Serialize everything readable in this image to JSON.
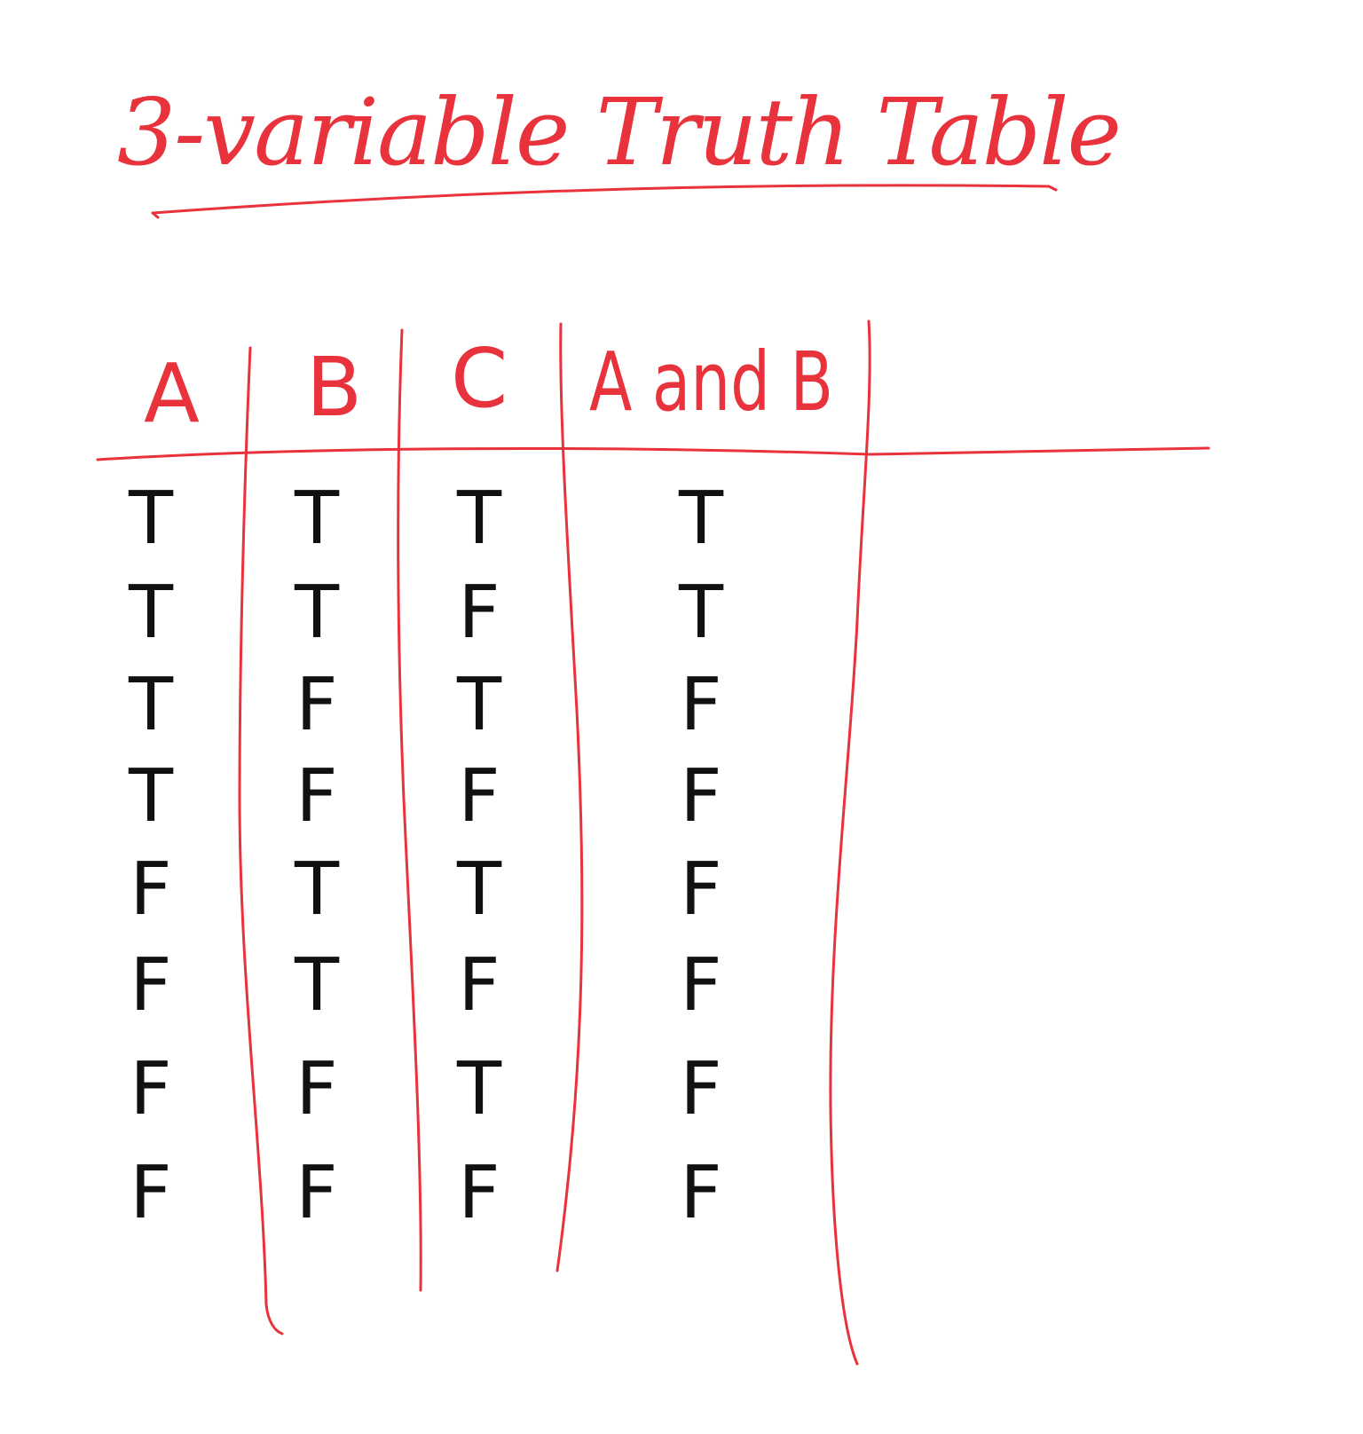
{
  "title": "3-variable Truth Table",
  "colors": {
    "ink_red": "#e8323c",
    "ink_black": "#111111",
    "background": "#ffffff"
  },
  "table": {
    "headers": [
      "A",
      "B",
      "C",
      "A and B"
    ],
    "rows": [
      [
        "T",
        "T",
        "T",
        "T"
      ],
      [
        "T",
        "T",
        "F",
        "T"
      ],
      [
        "T",
        "F",
        "T",
        "F"
      ],
      [
        "T",
        "F",
        "F",
        "F"
      ],
      [
        "F",
        "T",
        "T",
        "F"
      ],
      [
        "F",
        "T",
        "F",
        "F"
      ],
      [
        "F",
        "F",
        "T",
        "F"
      ],
      [
        "F",
        "F",
        "F",
        "F"
      ]
    ]
  }
}
